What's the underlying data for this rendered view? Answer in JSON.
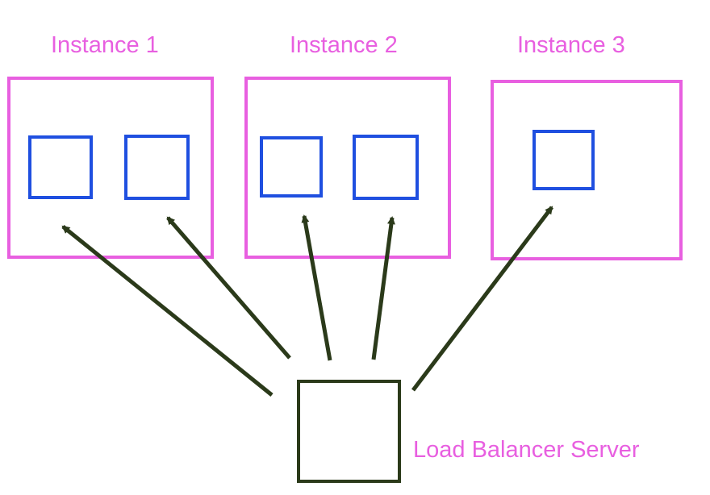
{
  "instances": [
    {
      "label": "Instance 1"
    },
    {
      "label": "Instance 2"
    },
    {
      "label": "Instance 3"
    }
  ],
  "load_balancer": {
    "label": "Load Balancer Server"
  },
  "colors": {
    "instance_border": "#e85fe0",
    "instance_label": "#e85fe0",
    "process_border": "#1f4fe0",
    "load_balancer_border": "#2b3a1a",
    "arrow": "#2b3a1a"
  }
}
